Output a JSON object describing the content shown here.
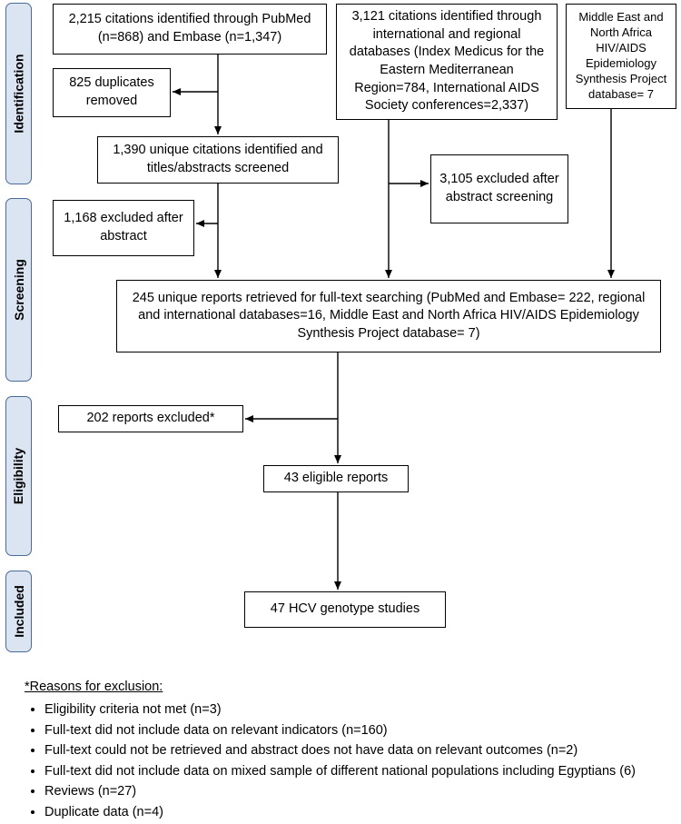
{
  "stages": {
    "identification": "Identification",
    "screening": "Screening",
    "eligibility": "Eligibility",
    "included": "Included"
  },
  "boxes": {
    "pubmed_embase": "2,215 citations identified through PubMed (n=868) and Embase (n=1,347)",
    "international_regional": "3,121 citations identified through international and regional databases (Index Medicus for the Eastern Mediterranean Region=784, International AIDS Society conferences=2,337)",
    "mena_database": "Middle East and North Africa HIV/AIDS Epidemiology Synthesis Project database= 7",
    "duplicates_removed": "825 duplicates removed",
    "unique_citations": "1,390 unique citations identified and titles/abstracts screened",
    "excluded_3105": "3,105 excluded after abstract screening",
    "excluded_1168": "1,168 excluded after abstract",
    "full_text_reports": "245 unique reports retrieved for full-text searching (PubMed and Embase= 222, regional and international databases=16, Middle East and North Africa HIV/AIDS Epidemiology Synthesis Project database= 7)",
    "reports_excluded": "202 reports excluded*",
    "eligible_reports": "43 eligible reports",
    "genotype_studies": "47 HCV genotype studies"
  },
  "notes": {
    "header": "*Reasons for exclusion:",
    "items": [
      "Eligibility criteria not met (n=3)",
      "Full-text did not include data on relevant indicators (n=160)",
      "Full-text could not be retrieved and abstract does not have data on relevant outcomes (n=2)",
      "Full-text did not include data on mixed sample of different national populations including Egyptians (6)",
      "Reviews (n=27)",
      "Duplicate data (n=4)"
    ]
  }
}
